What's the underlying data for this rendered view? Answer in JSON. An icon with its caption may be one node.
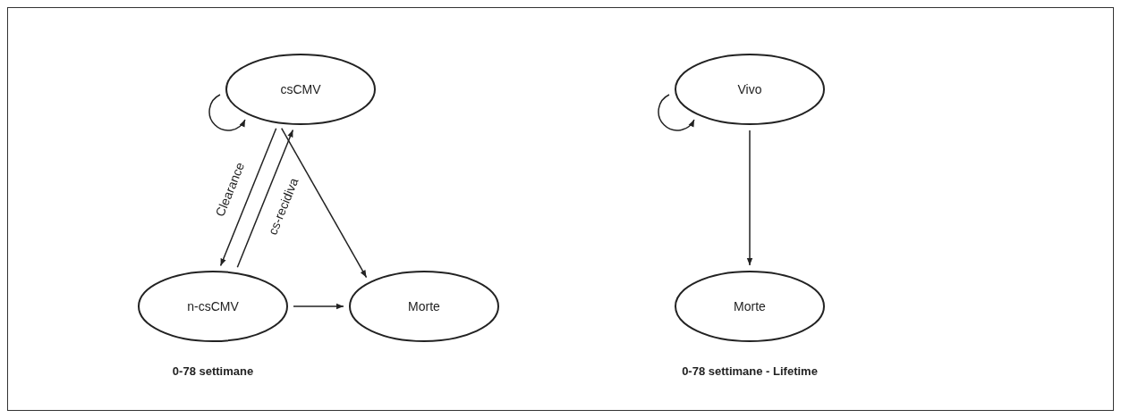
{
  "diagram": {
    "nodes": [
      {
        "text": [
          "csCMV"
        ]
      },
      {
        "text": [
          "n-csCMV"
        ]
      },
      {
        "text": [
          "Morte"
        ]
      },
      {
        "text": [
          "Vivo"
        ]
      },
      {
        "text": [
          "Morte"
        ]
      }
    ],
    "edges": [
      {
        "from": 0,
        "to": 0,
        "arrow": "to"
      },
      {
        "from": 0,
        "to": 1,
        "arrow": "to",
        "label": "Clearance"
      },
      {
        "from": 1,
        "to": 0,
        "arrow": "to",
        "label": "cs-recidiva"
      },
      {
        "from": 0,
        "to": 2,
        "arrow": "to"
      },
      {
        "from": 1,
        "to": 2,
        "arrow": "to"
      },
      {
        "from": 3,
        "to": 3,
        "arrow": "to"
      },
      {
        "from": 3,
        "to": 4,
        "arrow": "to"
      }
    ],
    "labels": [
      "0-78 settimane",
      "0-78 settimane - Lifetime"
    ]
  }
}
